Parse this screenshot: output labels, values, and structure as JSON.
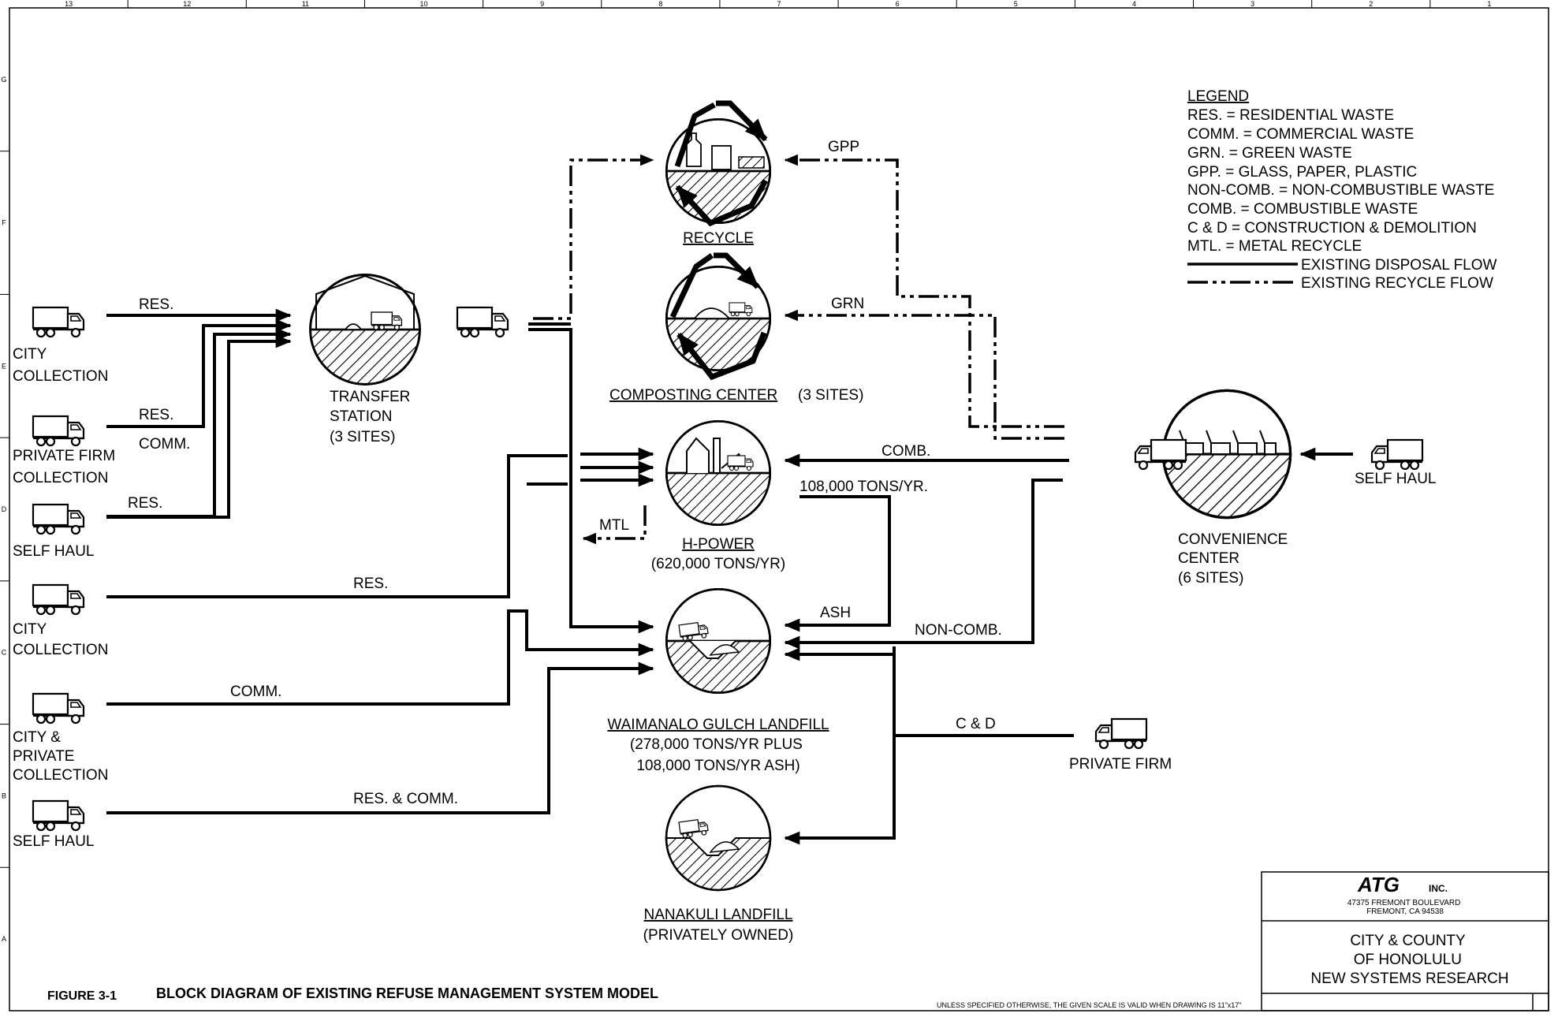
{
  "border": {
    "top_columns": [
      "13",
      "12",
      "11",
      "10",
      "9",
      "8",
      "7",
      "6",
      "5",
      "4",
      "3",
      "2",
      "1"
    ],
    "side_rows": [
      "G",
      "F",
      "E",
      "D",
      "C",
      "B",
      "A"
    ]
  },
  "legend": {
    "title": "LEGEND",
    "entries": [
      "RES. = RESIDENTIAL WASTE",
      "COMM. = COMMERCIAL WASTE",
      "GRN. = GREEN WASTE",
      "GPP. = GLASS, PAPER, PLASTIC",
      "NON-COMB. = NON-COMBUSTIBLE WASTE",
      "COMB. = COMBUSTIBLE WASTE",
      "C & D = CONSTRUCTION & DEMOLITION",
      "MTL. = METAL RECYCLE"
    ],
    "disposal_flow": "EXISTING DISPOSAL FLOW",
    "recycle_flow": "EXISTING RECYCLE FLOW"
  },
  "sources": {
    "city_collection_1": [
      "CITY",
      "COLLECTION"
    ],
    "private_firm": [
      "PRIVATE FIRM",
      "COLLECTION"
    ],
    "self_haul_1": "SELF HAUL",
    "city_collection_2": [
      "CITY",
      "COLLECTION"
    ],
    "city_private": [
      "CITY &",
      "PRIVATE",
      "COLLECTION"
    ],
    "self_haul_2": "SELF HAUL",
    "private_firm_right": "PRIVATE FIRM",
    "self_haul_right": "SELF HAUL"
  },
  "facilities": {
    "transfer": [
      "TRANSFER",
      "STATION",
      "(3 SITES)"
    ],
    "recycle": "RECYCLE",
    "composting": "COMPOSTING CENTER",
    "composting_sites": "(3 SITES)",
    "hpower": "H-POWER",
    "hpower_cap": "(620,000 TONS/YR)",
    "waimanalo": "WAIMANALO GULCH LANDFILL",
    "waimanalo_cap": [
      "(278,000 TONS/YR PLUS",
      "108,000 TONS/YR ASH)"
    ],
    "nanakuli": "NANAKULI LANDFILL",
    "nanakuli_note": "(PRIVATELY OWNED)",
    "convenience": [
      "CONVENIENCE",
      "CENTER",
      "(6 SITES)"
    ]
  },
  "flow_labels": {
    "res_1": "RES.",
    "res_2": "RES.",
    "comm_1": "COMM.",
    "res_3": "RES.",
    "res_4": "RES.",
    "comm_2": "COMM.",
    "res_comm": "RES. & COMM.",
    "gpp": "GPP",
    "grn": "GRN",
    "comb": "COMB.",
    "tons": "108,000 TONS/YR.",
    "mtl": "MTL",
    "ash": "ASH",
    "noncomb": "NON-COMB.",
    "cd": "C & D"
  },
  "title_block": {
    "logo": "ATG",
    "logo_inc": "INC.",
    "address": [
      "47375 FREMONT BOULEVARD",
      "FREMONT, CA 94538"
    ],
    "client": [
      "CITY & COUNTY",
      "OF HONOLULU",
      "NEW SYSTEMS RESEARCH"
    ]
  },
  "footer": {
    "figure_no": "FIGURE 3-1",
    "figure_title": "BLOCK DIAGRAM OF EXISTING REFUSE MANAGEMENT SYSTEM MODEL",
    "scale_note": "UNLESS SPECIFIED OTHERWISE, THE GIVEN SCALE IS VALID WHEN DRAWING IS 11\"x17\""
  }
}
